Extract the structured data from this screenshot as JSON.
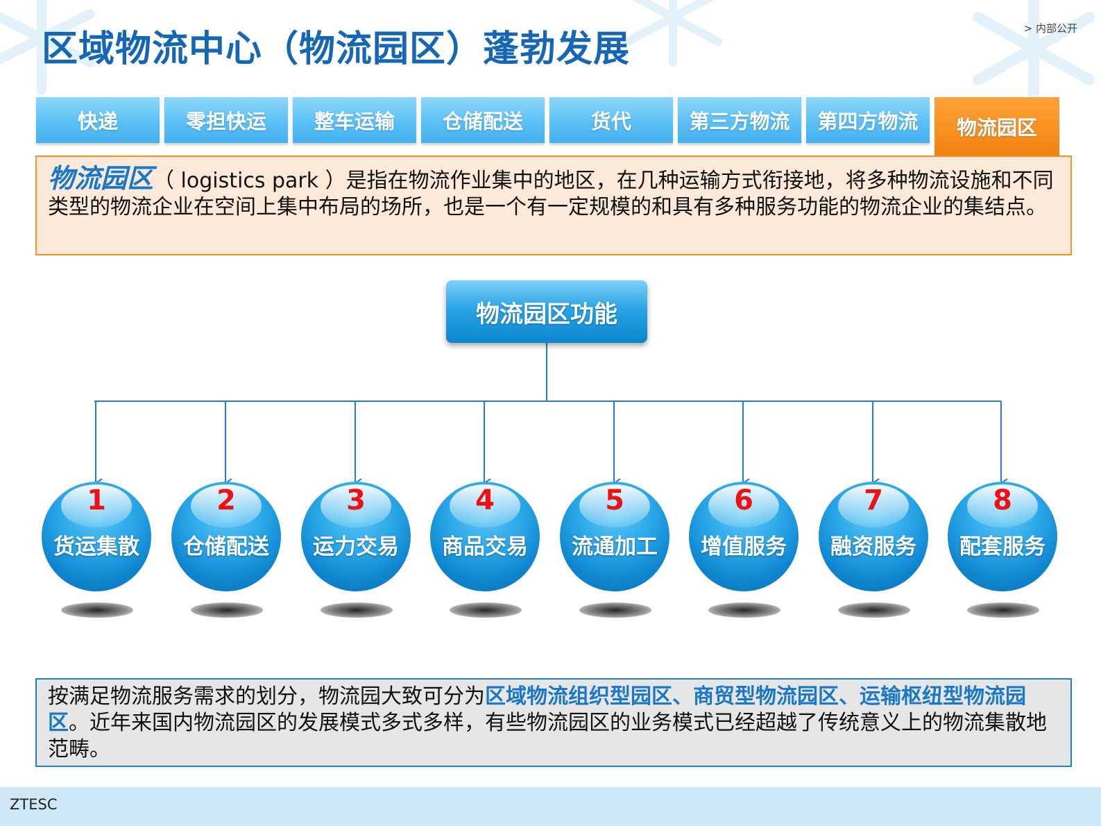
{
  "title": "区域物流中心（物流园区）蓬勃发展",
  "classification": "> 内部公开",
  "tabs": [
    {
      "label": "快递",
      "active": false
    },
    {
      "label": "零担快运",
      "active": false
    },
    {
      "label": "整车运输",
      "active": false
    },
    {
      "label": "仓储配送",
      "active": false
    },
    {
      "label": "货代",
      "active": false
    },
    {
      "label": "第三方物流",
      "active": false
    },
    {
      "label": "第四方物流",
      "active": false
    },
    {
      "label": "物流园区",
      "active": true
    }
  ],
  "definition": {
    "term": "物流园区",
    "text": "（ logistics park ）是指在物流作业集中的地区，在几种运输方式衔接地，将多种物流设施和不同类型的物流企业在空间上集中布局的场所，也是一个有一定规模的和具有多种服务功能的物流企业的集结点。"
  },
  "center_node": "物流园区功能",
  "functions": [
    {
      "number": "1",
      "label": "货运集散"
    },
    {
      "number": "2",
      "label": "仓储配送"
    },
    {
      "number": "3",
      "label": "运力交易"
    },
    {
      "number": "4",
      "label": "商品交易"
    },
    {
      "number": "5",
      "label": "流通加工"
    },
    {
      "number": "6",
      "label": "增值服务"
    },
    {
      "number": "7",
      "label": "融资服务"
    },
    {
      "number": "8",
      "label": "配套服务"
    }
  ],
  "summary": {
    "intro": "按满足物流服务需求的划分，物流园大致可分为",
    "highlight": "区域物流组织型园区、商贸型物流园区、运输枢纽型物流园区",
    "rest": "。近年来国内物流园区的发展模式多式多样，有些物流园区的业务模式已经超越了传统意义上的物流集散地范畴。"
  },
  "footer": "ZTESC",
  "colors": {
    "title_blue": "#1566b5",
    "tab_blue": "#5bc0f5",
    "tab_active_orange": "#f7901e",
    "definition_bg": "#fde9d9",
    "definition_border": "#f7941d",
    "ball_blue": "#1a96dc",
    "ball_number_red": "#ee1111",
    "summary_border": "#1c7fd0",
    "footer_bg": "#cfe8f8"
  }
}
